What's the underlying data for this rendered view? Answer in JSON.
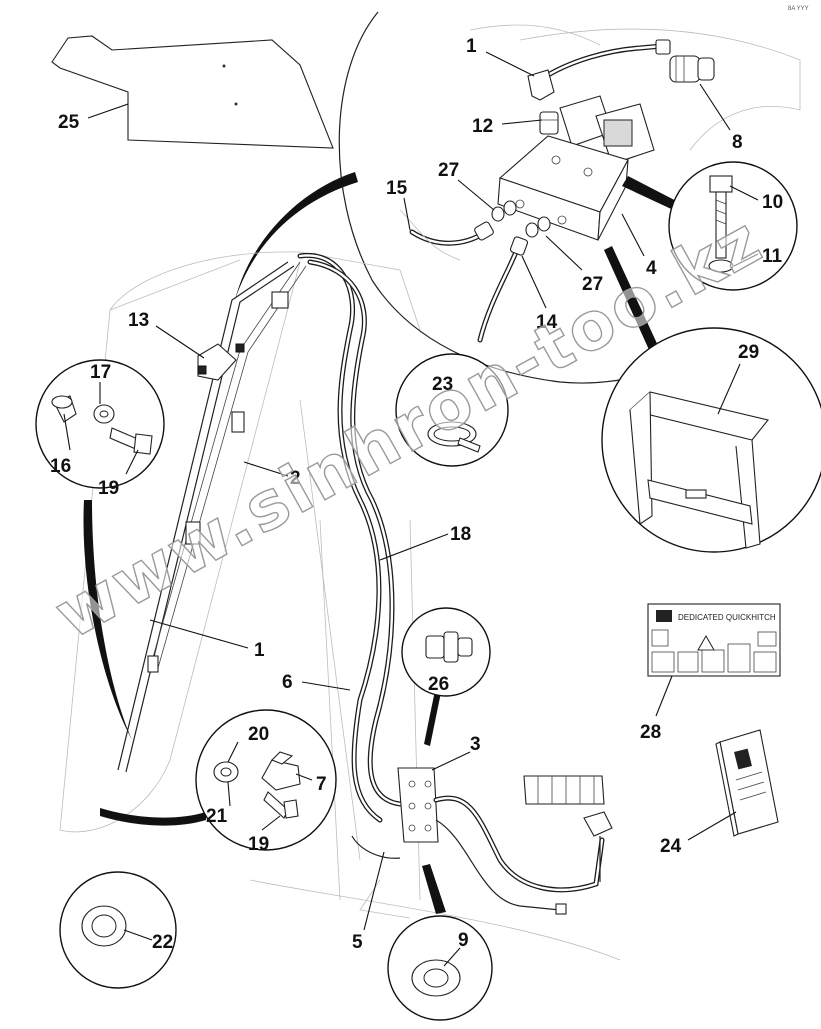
{
  "corner_mark": "8A YYY",
  "watermark": "www.sinhron-too.kz",
  "decal_28": {
    "title": "DEDICATED QUICKHITCH"
  },
  "callouts": {
    "c1_top": "1",
    "c12": "12",
    "c8": "8",
    "c27_left": "27",
    "c15": "15",
    "c27_right": "27",
    "c4": "4",
    "c14": "14",
    "c10": "10",
    "c11": "11",
    "c25": "25",
    "c13": "13",
    "c17": "17",
    "c16": "16",
    "c19_top": "19",
    "c23": "23",
    "c29": "29",
    "c2": "2",
    "c18": "18",
    "c1_mid": "1",
    "c26": "26",
    "c6": "6",
    "c28": "28",
    "c20": "20",
    "c3": "3",
    "c21": "21",
    "c7": "7",
    "c19_bottom": "19",
    "c24": "24",
    "c22": "22",
    "c5": "5",
    "c9": "9"
  }
}
